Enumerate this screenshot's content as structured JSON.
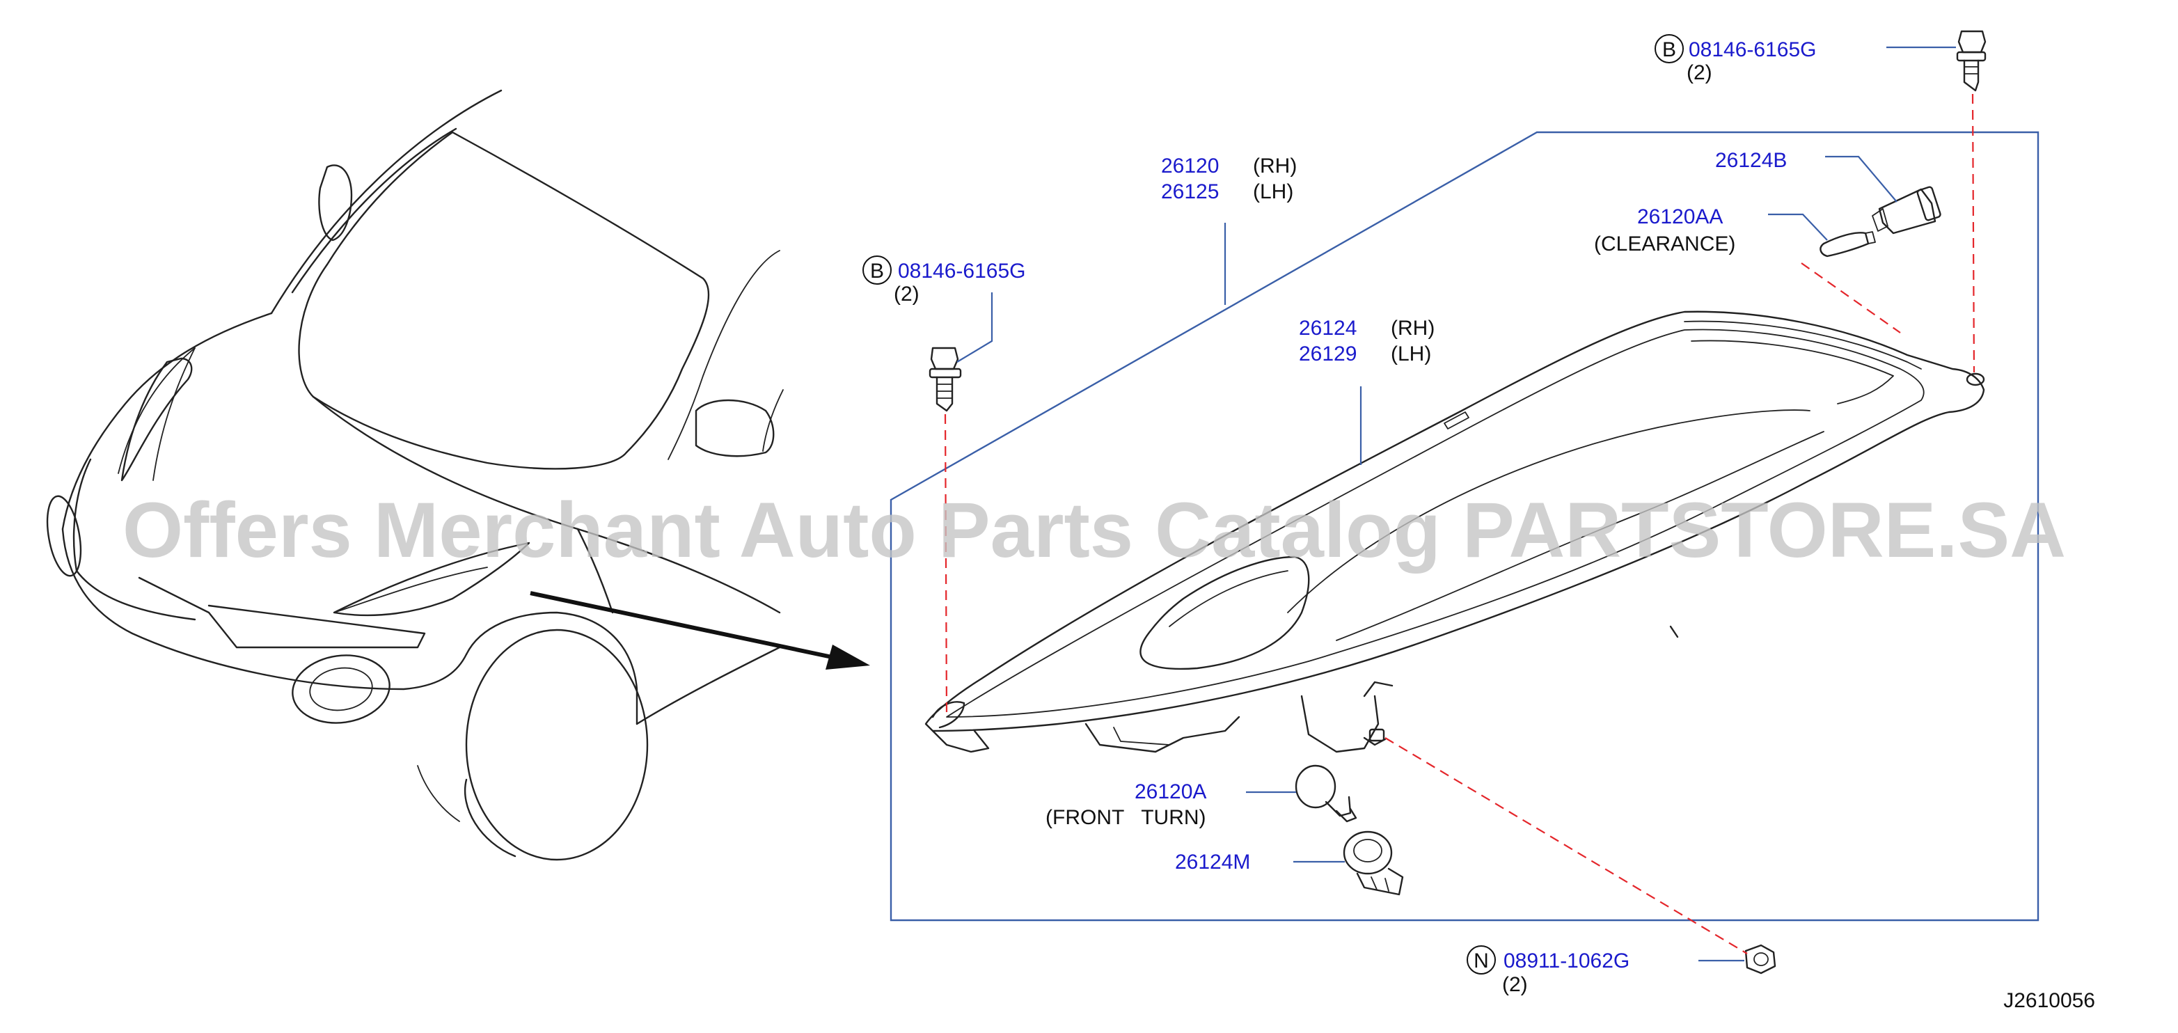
{
  "callouts": {
    "bolt_top_right": {
      "prefix": "B",
      "part": "08146-6165G",
      "qty": "(2)"
    },
    "bolt_left": {
      "prefix": "B",
      "part": "08146-6165G",
      "qty": "(2)"
    },
    "nut_bottom": {
      "prefix": "N",
      "part": "08911-1062G",
      "qty": "(2)"
    },
    "headlamp_assy": {
      "rh_part": "26120",
      "rh_side": "(RH)",
      "lh_part": "26125",
      "lh_side": "(LH)"
    },
    "housing": {
      "rh_part": "26124",
      "rh_side": "(RH)",
      "lh_part": "26129",
      "lh_side": "(LH)"
    },
    "socket_clearance": {
      "part": "26124B"
    },
    "bulb_clearance": {
      "part": "26120AA",
      "desc": "(CLEARANCE)"
    },
    "bulb_front_turn": {
      "part": "26120A",
      "desc": "(FRONT   TURN)"
    },
    "socket_front_turn": {
      "part": "26124M"
    }
  },
  "diagram_id": "J2610056",
  "watermark": "Offers Merchant Auto Parts Catalog PARTSTORE.SA",
  "colors": {
    "part_number": "#1a1acc",
    "leader": "#3a5fa8",
    "dashed_guide": "#e4262b",
    "line_art": "#222222"
  }
}
